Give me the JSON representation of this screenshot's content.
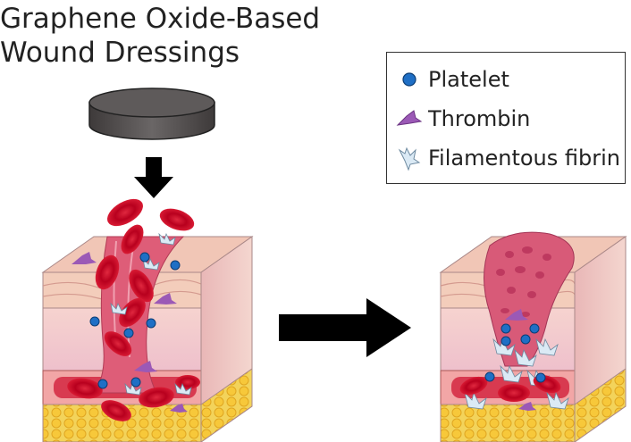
{
  "title": {
    "line1": "Graphene Oxide-Based",
    "line2": "Wound Dressings"
  },
  "legend": {
    "items": [
      {
        "label": "Platelet",
        "icon": "platelet-icon",
        "color": "#1f6fc5"
      },
      {
        "label": "Thrombin",
        "icon": "thrombin-icon",
        "color": "#9b59b6"
      },
      {
        "label": "Filamentous fibrin",
        "icon": "fibrin-icon",
        "color": "#dbeaf5"
      }
    ]
  },
  "colors": {
    "dressing": "#5e5a5a",
    "arrow": "#000000",
    "skin_top": "#f3c9bd",
    "dermis": "#f2c3c8",
    "fat": "#f5c84a",
    "blood": "#d8304a",
    "red_cell": "#c8102e",
    "clot": "#d85a78"
  }
}
